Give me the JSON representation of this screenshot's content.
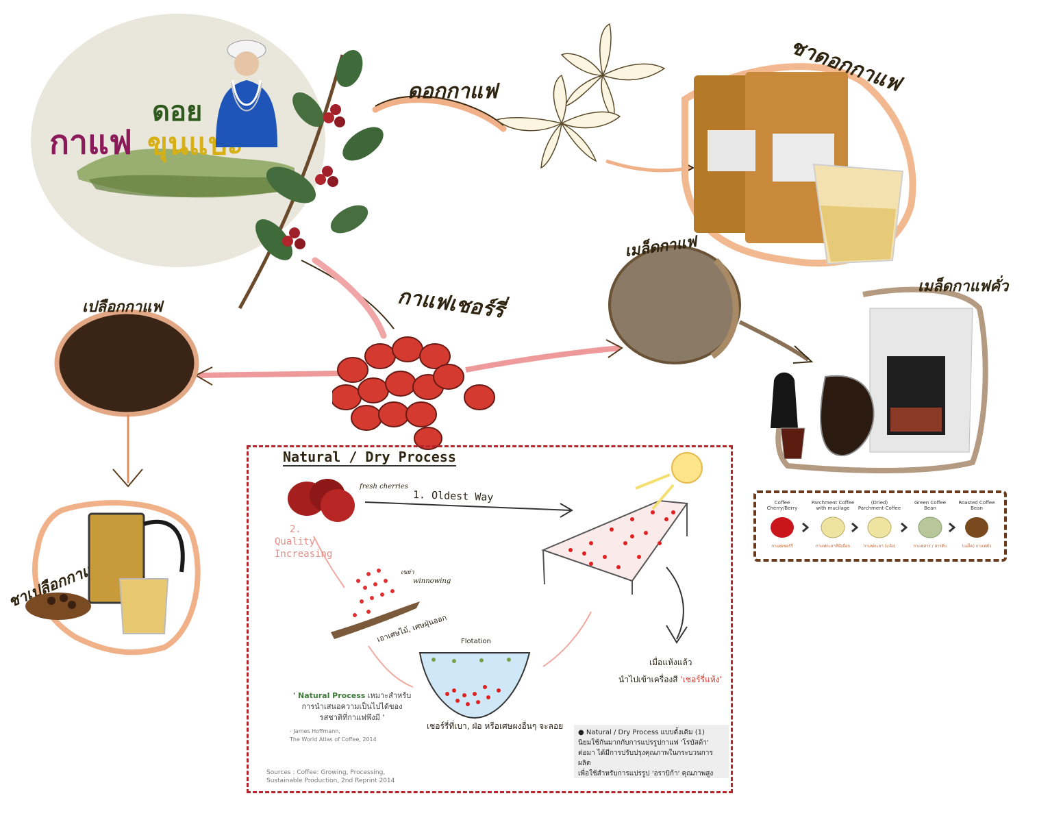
{
  "brand": {
    "line1": "ดอย",
    "line2_a": "กาแฟ",
    "line2_b": "ขุนแปะ"
  },
  "labels": {
    "flower": "ดอกกาแฟ",
    "flower_tea": "ชาดอกกาแฟ",
    "green_bean": "เมล็ดกาแฟ",
    "roasted_bean": "เมล็ดกาแฟคั่ว",
    "cherry": "กาแฟเชอร์รี่",
    "husk": "เปลือกกาแฟ",
    "husk_tea": "ชาเปลือกกาแฟ"
  },
  "process": {
    "title": "Natural / Dry Process",
    "fresh": "fresh cherries",
    "oldest": "1. Oldest Way",
    "quality_num": "2.",
    "quality_l1": "Quality",
    "quality_l2": "Increasing",
    "winnow_th": "เขย่า",
    "winnow": "winnowing",
    "winnow_desc": "เอาเศษไม้, เศษฝุ่นออก",
    "flotation": "Flotation",
    "float_desc": "เชอร์รี่ที่เบา, ฝ่อ หรือเศษผงอื่นๆ จะลอย",
    "dry_l1": "เมื่อแห้งแล้ว",
    "dry_l2a": "นำไปเข้าเครื่องสี",
    "dry_l2b": "'เชอร์รี่แห้ง'",
    "quote_l1a": "' Natural Process",
    "quote_l1b": "เหมาะสำหรับ",
    "quote_l2": "การนำเสนอความเป็นไปได้ของ",
    "quote_l3": "รสชาติที่กาแฟพึงมี '",
    "quote_author": "- James Hoffmann,",
    "quote_book": "The World Atlas of Coffee, 2014",
    "sources_l1": "Sources : Coffee: Growing, Processing,",
    "sources_l2": "Sustainable Production, 2nd Reprint 2014"
  },
  "note": {
    "l1": "● Natural / Dry Process แบบดั้งเดิม (1)",
    "l2": "นิยมใช้กันมากกับการแปรรูปกาแฟ 'โรบัสต้า'",
    "l3": "ต่อมา ได้มีการปรับปรุงคุณภาพในกระบวนการผลิต",
    "l4": "เพื่อใช้สำหรับการแปรรูป 'อราบิก้า' คุณภาพสูง"
  },
  "stages": [
    {
      "name": "Coffee Cherry/Berry",
      "th": "กาแฟเชอร์รี่",
      "color": "#c9151b"
    },
    {
      "name": "Parchment Coffee with mucilage",
      "th": "กาแฟกะลาที่มีเมือก",
      "color": "#efe3a1"
    },
    {
      "name": "(Dried) Parchment Coffee",
      "th": "กาแฟกะลา (แห้ง)",
      "color": "#efe3a1"
    },
    {
      "name": "Green Coffee Bean",
      "th": "กาแฟสาร / สารดิบ",
      "color": "#b7c79a"
    },
    {
      "name": "Roasted Coffee Bean",
      "th": "(เมล็ด) กาแฟคั่ว",
      "color": "#7a4a1f"
    }
  ],
  "colors": {
    "arrow_pink": "#ef9a9a",
    "arrow_brown": "#9a7a58",
    "frame_orange": "#e6a070",
    "process_red": "#b3262a"
  }
}
